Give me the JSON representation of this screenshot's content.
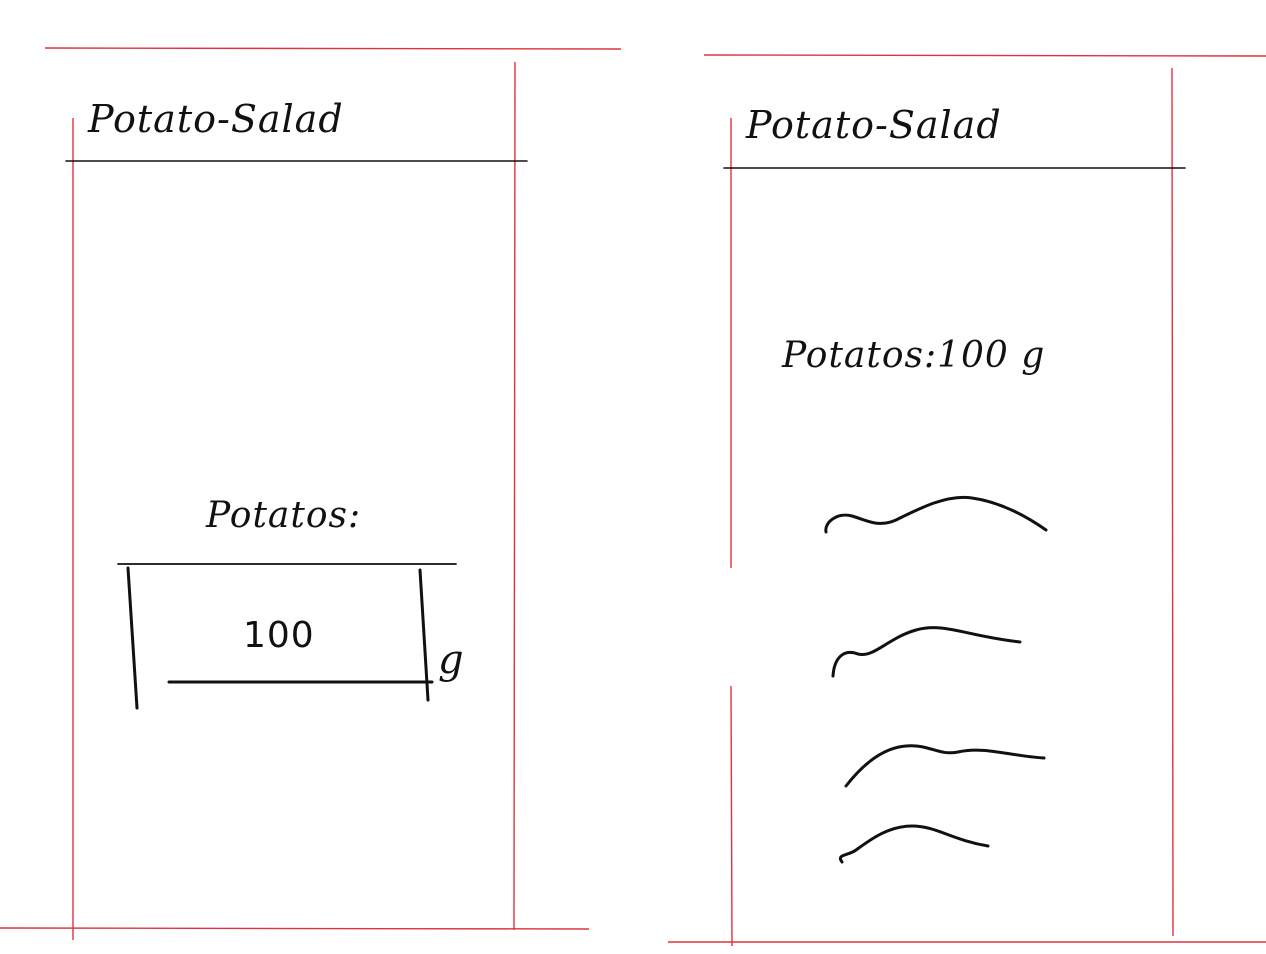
{
  "left_screen": {
    "title": "Potato-Salad",
    "ingredient_label": "Potatos:",
    "quantity_value": "100",
    "unit": "g"
  },
  "right_screen": {
    "title": "Potato-Salad",
    "ingredient_summary": "Potatos:100 g"
  },
  "colors": {
    "frame": "#e0323c",
    "ink": "#111111"
  }
}
